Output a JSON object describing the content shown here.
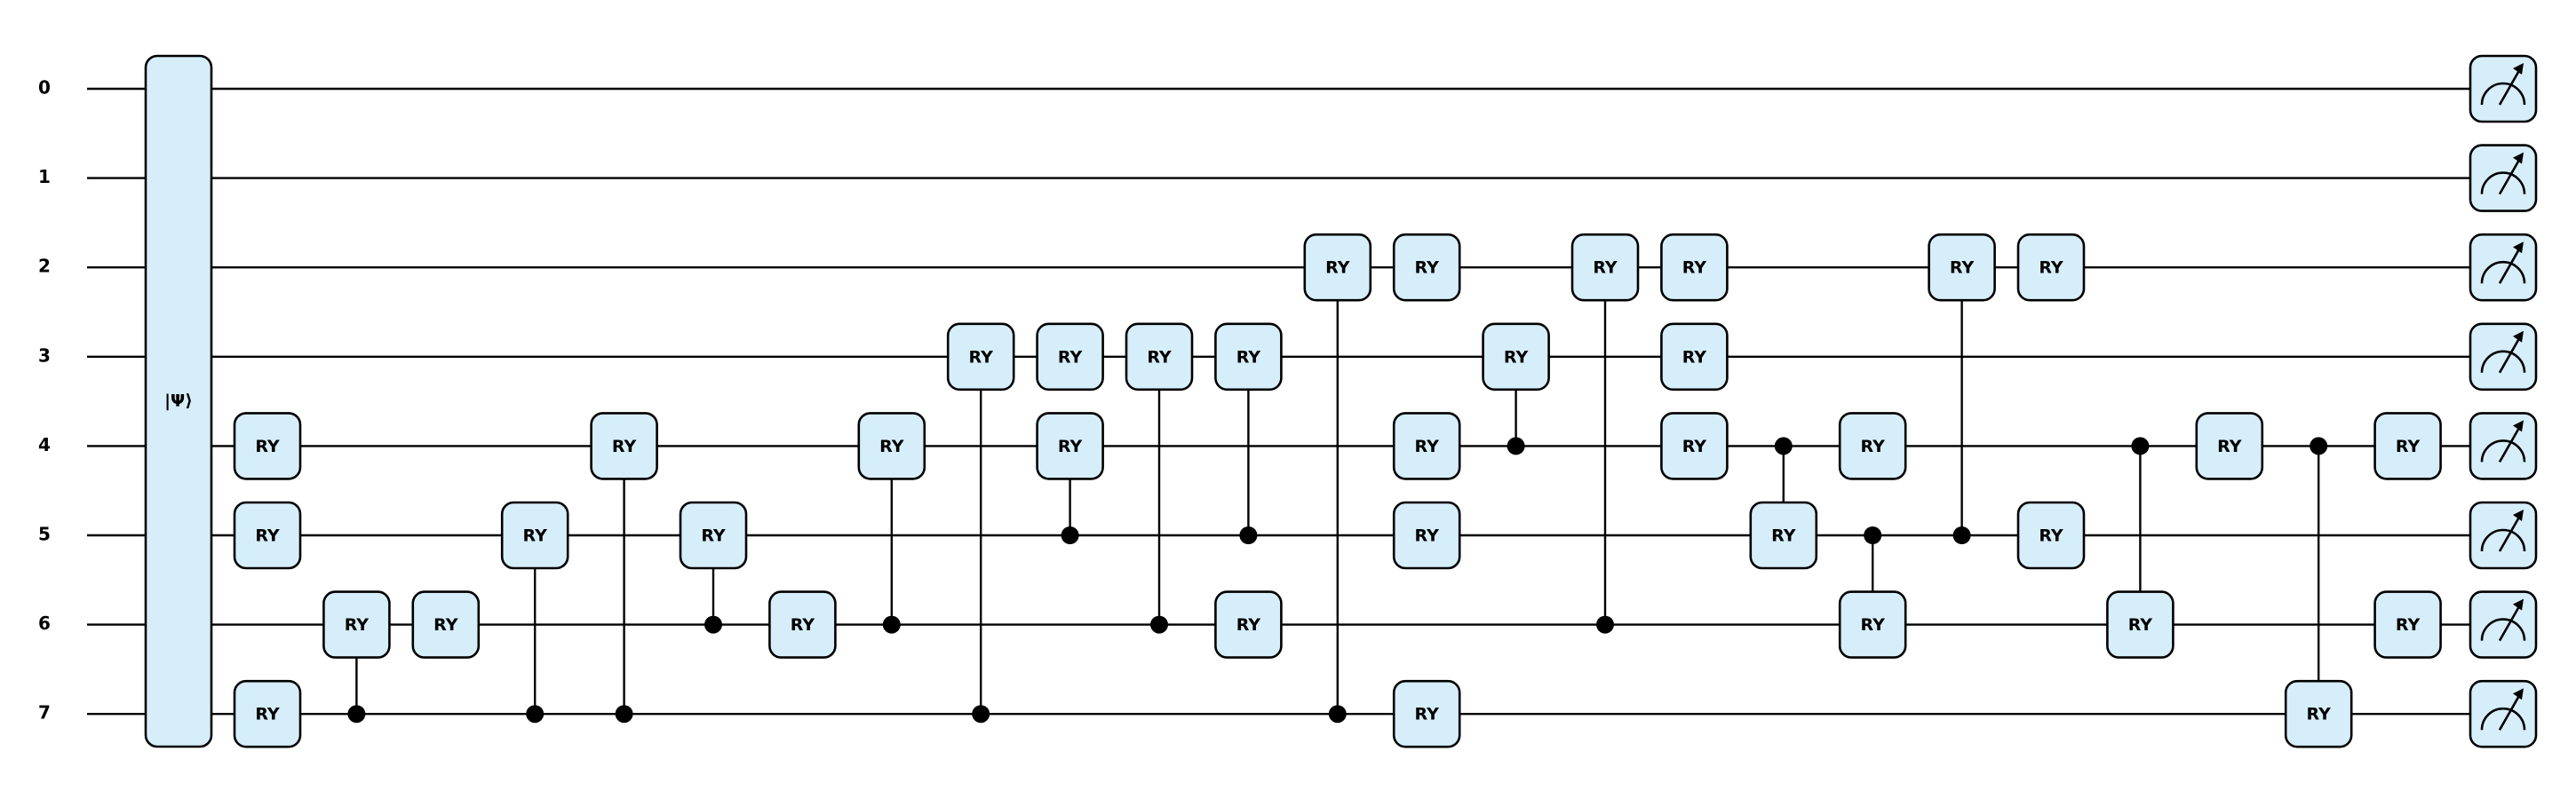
{
  "circuit": {
    "qubits": [
      "0",
      "1",
      "2",
      "3",
      "4",
      "5",
      "6",
      "7"
    ],
    "state_prep": {
      "label": "|Ψ⟩"
    },
    "gate_label": "RY",
    "colors": {
      "gate_fill": "#d6eefa",
      "stroke": "#000000",
      "background": "#ffffff"
    },
    "gates": [
      {
        "type": "RY",
        "target": 4,
        "col": 0
      },
      {
        "type": "RY",
        "target": 5,
        "col": 0
      },
      {
        "type": "RY",
        "target": 7,
        "col": 0
      },
      {
        "type": "CRY",
        "target": 6,
        "control": 7,
        "col": 1
      },
      {
        "type": "RY",
        "target": 6,
        "col": 2
      },
      {
        "type": "CRY",
        "target": 5,
        "control": 7,
        "col": 3
      },
      {
        "type": "CRY",
        "target": 4,
        "control": 7,
        "col": 4
      },
      {
        "type": "CRY",
        "target": 5,
        "control": 6,
        "col": 5
      },
      {
        "type": "RY",
        "target": 6,
        "col": 6
      },
      {
        "type": "CRY",
        "target": 4,
        "control": 6,
        "col": 7
      },
      {
        "type": "CRY",
        "target": 3,
        "control": 7,
        "col": 8
      },
      {
        "type": "RY",
        "target": 3,
        "col": 9
      },
      {
        "type": "CRY",
        "target": 4,
        "control": 5,
        "col": 9
      },
      {
        "type": "CRY",
        "target": 3,
        "control": 6,
        "col": 10
      },
      {
        "type": "CRY",
        "target": 3,
        "control": 5,
        "col": 11
      },
      {
        "type": "RY",
        "target": 6,
        "col": 11
      },
      {
        "type": "CRY",
        "target": 2,
        "control": 7,
        "col": 12
      },
      {
        "type": "RY",
        "target": 2,
        "col": 13
      },
      {
        "type": "RY",
        "target": 4,
        "col": 13
      },
      {
        "type": "RY",
        "target": 5,
        "col": 13
      },
      {
        "type": "RY",
        "target": 7,
        "col": 13
      },
      {
        "type": "CRY",
        "target": 3,
        "control": 4,
        "col": 14
      },
      {
        "type": "CRY",
        "target": 2,
        "control": 6,
        "col": 15
      },
      {
        "type": "RY",
        "target": 2,
        "col": 16
      },
      {
        "type": "RY",
        "target": 3,
        "col": 16
      },
      {
        "type": "RY",
        "target": 4,
        "col": 16
      },
      {
        "type": "CRY",
        "target": 5,
        "control": 4,
        "col": 17
      },
      {
        "type": "RY",
        "target": 4,
        "col": 18
      },
      {
        "type": "CRY",
        "target": 6,
        "control": 5,
        "col": 18
      },
      {
        "type": "CRY",
        "target": 2,
        "control": 5,
        "col": 19
      },
      {
        "type": "RY",
        "target": 2,
        "col": 20
      },
      {
        "type": "RY",
        "target": 5,
        "col": 20
      },
      {
        "type": "CRY",
        "target": 6,
        "control": 4,
        "col": 21
      },
      {
        "type": "RY",
        "target": 4,
        "col": 22
      },
      {
        "type": "CRY",
        "target": 7,
        "control": 4,
        "col": 23
      },
      {
        "type": "RY",
        "target": 4,
        "col": 24
      },
      {
        "type": "RY",
        "target": 6,
        "col": 24
      }
    ],
    "measure_icon": "measure-meter-icon"
  }
}
